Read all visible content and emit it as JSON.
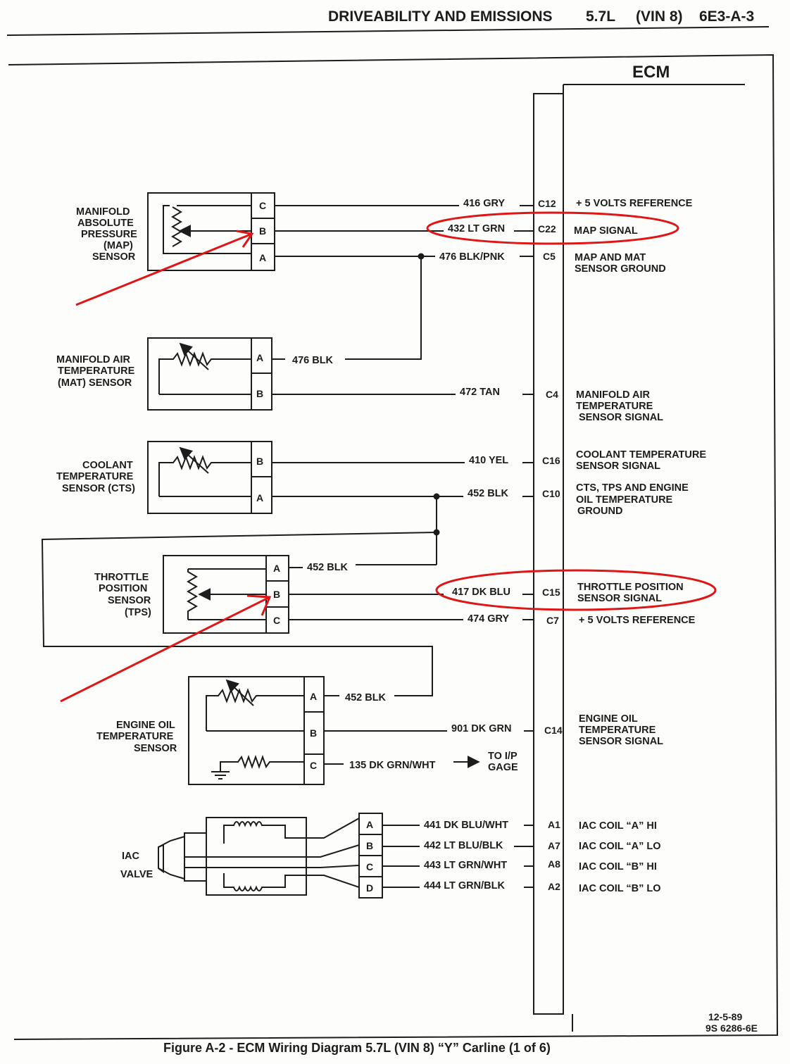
{
  "header": {
    "title": "DRIVEABILITY AND EMISSIONS",
    "engine": "5.7L",
    "vin": "(VIN 8)",
    "page": "6E3-A-3"
  },
  "ecm": {
    "label": "ECM"
  },
  "sensors": {
    "map": {
      "name": [
        "MANIFOLD",
        "ABSOLUTE",
        "PRESSURE",
        "(MAP)",
        "SENSOR"
      ],
      "pins": [
        "C",
        "B",
        "A"
      ]
    },
    "mat": {
      "name": [
        "MANIFOLD AIR",
        "TEMPERATURE",
        "(MAT) SENSOR"
      ],
      "pins": [
        "A",
        "B"
      ]
    },
    "cts": {
      "name": [
        "COOLANT",
        "TEMPERATURE",
        "SENSOR (CTS)"
      ],
      "pins": [
        "B",
        "A"
      ]
    },
    "tps": {
      "name": [
        "THROTTLE",
        "POSITION",
        "SENSOR",
        "(TPS)"
      ],
      "pins": [
        "A",
        "B",
        "C"
      ]
    },
    "oil": {
      "name": [
        "ENGINE OIL",
        "TEMPERATURE",
        "SENSOR"
      ],
      "pins": [
        "A",
        "B",
        "C"
      ]
    },
    "iac": {
      "name": [
        "IAC",
        "VALVE"
      ],
      "pins": [
        "A",
        "B",
        "C",
        "D"
      ]
    }
  },
  "wires": {
    "w416": "416 GRY",
    "w432": "432 LT GRN",
    "w476p": "476 BLK/PNK",
    "w476": "476 BLK",
    "w472": "472 TAN",
    "w410": "410 YEL",
    "w452a": "452 BLK",
    "w452b": "452 BLK",
    "w452c": "452 BLK",
    "w417": "417 DK BLU",
    "w474": "474 GRY",
    "w901": "901 DK GRN",
    "w135": "135 DK GRN/WHT",
    "w441": "441 DK BLU/WHT",
    "w442": "442 LT BLU/BLK",
    "w443": "443 LT GRN/WHT",
    "w444": "444 LT GRN/BLK"
  },
  "gage": [
    "TO I/P",
    "GAGE"
  ],
  "terminals": {
    "c12": "C12",
    "c22": "C22",
    "c5": "C5",
    "c4": "C4",
    "c16": "C16",
    "c10": "C10",
    "c15": "C15",
    "c7": "C7",
    "c14": "C14",
    "a1": "A1",
    "a7": "A7",
    "a8": "A8",
    "a2": "A2"
  },
  "functions": {
    "c12": [
      "+ 5 VOLTS REFERENCE"
    ],
    "c22": [
      "MAP SIGNAL"
    ],
    "c5": [
      "MAP AND MAT",
      "SENSOR GROUND"
    ],
    "c4": [
      "MANIFOLD AIR",
      "TEMPERATURE",
      "SENSOR SIGNAL"
    ],
    "c16": [
      "COOLANT TEMPERATURE",
      "SENSOR SIGNAL"
    ],
    "c10": [
      "CTS, TPS AND ENGINE",
      "OIL TEMPERATURE",
      "GROUND"
    ],
    "c15": [
      "THROTTLE POSITION",
      "SENSOR SIGNAL"
    ],
    "c7": [
      "+ 5 VOLTS REFERENCE"
    ],
    "c14": [
      "ENGINE OIL",
      "TEMPERATURE",
      "SENSOR SIGNAL"
    ],
    "a1": [
      "IAC COIL “A” HI"
    ],
    "a7": [
      "IAC COIL “A” LO"
    ],
    "a8": [
      "IAC COIL “B” HI"
    ],
    "a2": [
      "IAC COIL “B” LO"
    ]
  },
  "date": "12-5-89",
  "code": "9S 6286-6E",
  "caption": "Figure A-2 - ECM Wiring Diagram  5.7L  (VIN 8)  “Y”  Carline  (1 of 6)",
  "colors": {
    "ink": "#1c1c1c",
    "annotation": "#e01515",
    "paper": "#fdfdfb"
  }
}
